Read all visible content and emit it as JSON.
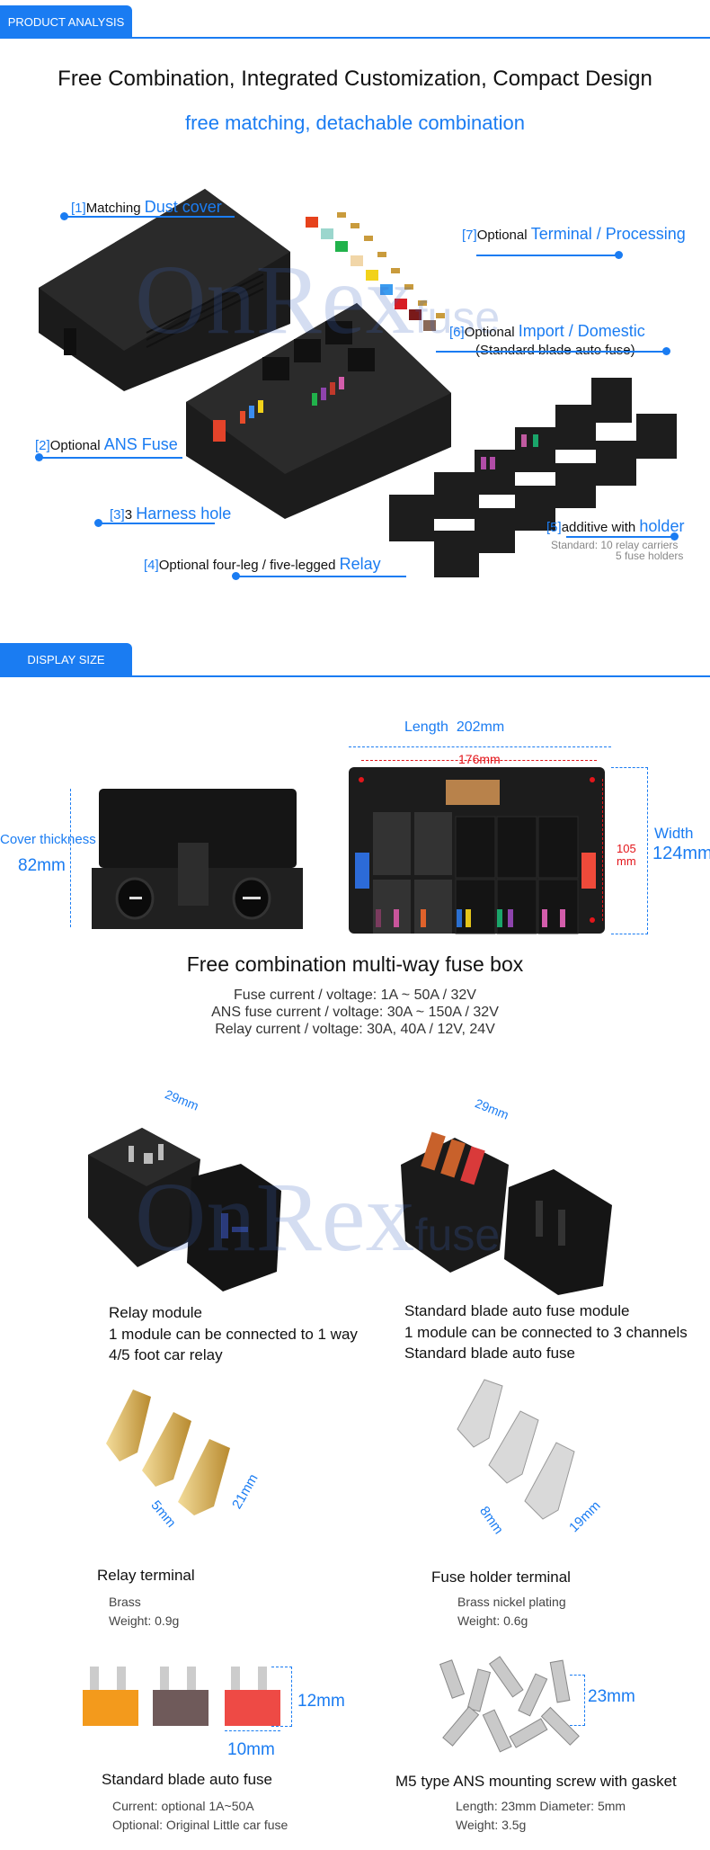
{
  "colors": {
    "accent": "#1a7cf2",
    "dimension_red": "#e3161b"
  },
  "watermark": "OnRex fuse",
  "section1": {
    "tab": "PRODUCT ANALYSIS",
    "title": "Free Combination, Integrated Customization, Compact Design",
    "subtitle": "free matching, detachable combination",
    "callouts": [
      {
        "num": "[1]",
        "text": "Matching ",
        "highlight": "Dust cover"
      },
      {
        "num": "[2]",
        "text": "Optional ",
        "highlight": "ANS  Fuse"
      },
      {
        "num": "[3]",
        "text": "3 ",
        "highlight": "Harness hole"
      },
      {
        "num": "[4]",
        "text": "Optional four-leg / five-legged ",
        "highlight": "Relay"
      },
      {
        "num": "[5]",
        "text": "additive with ",
        "highlight": "holder",
        "note1": "Standard: 10 relay carriers",
        "note2": "5 fuse holders"
      },
      {
        "num": "[6]",
        "text": "Optional ",
        "highlight": "Import / Domestic",
        "note1": "(Standard blade auto fuse)"
      },
      {
        "num": "[7]",
        "text": "Optional ",
        "highlight": "Terminal / Processing"
      }
    ]
  },
  "section2": {
    "tab": "DISPLAY SIZE",
    "length_label": "Length",
    "length_value": "202mm",
    "inner_length": "176mm",
    "cover_label": "Cover thickness",
    "cover_value": "82mm",
    "width_label": "Width",
    "width_value": "124mm",
    "inner_width_a": "105",
    "inner_width_b": "mm",
    "title": "Free combination multi-way fuse box",
    "specs": [
      "Fuse current / voltage: 1A ~ 50A / 32V",
      "ANS fuse current / voltage: 30A ~ 150A / 32V",
      "Relay current / voltage: 30A, 40A / 12V, 24V"
    ]
  },
  "modules": [
    {
      "dimension": "29mm",
      "lines": [
        "Relay module",
        "1 module can be connected to 1 way",
        "4/5 foot car relay"
      ]
    },
    {
      "dimension": "29mm",
      "lines": [
        "Standard blade auto fuse module",
        "1 module can be connected to 3 channels",
        "Standard blade auto fuse"
      ]
    }
  ],
  "terminals": [
    {
      "title": "Relay terminal",
      "dim_a": "5mm",
      "dim_b": "21mm",
      "lines": [
        "Brass",
        "Weight: 0.9g"
      ]
    },
    {
      "title": "Fuse holder terminal",
      "dim_a": "8mm",
      "dim_b": "19mm",
      "lines": [
        "Brass nickel plating",
        "Weight: 0.6g"
      ]
    }
  ],
  "accessories": [
    {
      "title": "Standard blade auto fuse",
      "dim_a": "12mm",
      "dim_b": "10mm",
      "lines": [
        "Current: optional 1A~50A",
        "Optional: Original Little car fuse"
      ]
    },
    {
      "title": "M5 type ANS mounting screw with gasket",
      "dim_a": "23mm",
      "lines": [
        "Length: 23mm  Diameter: 5mm",
        "Weight: 3.5g"
      ]
    }
  ]
}
